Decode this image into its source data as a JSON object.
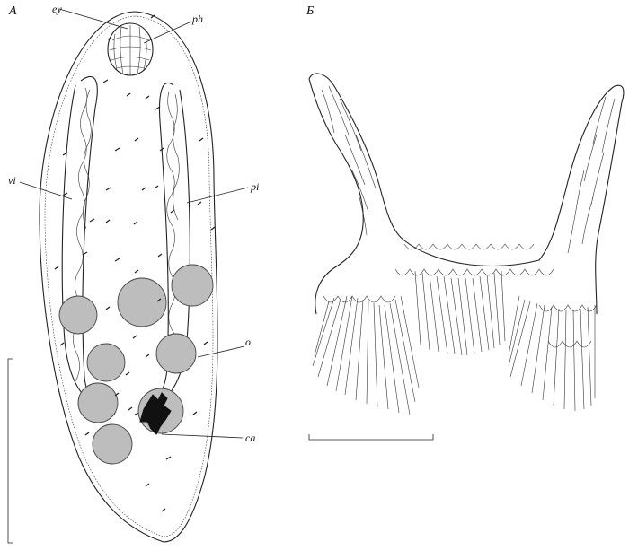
{
  "figure": {
    "panel_a": {
      "letter": "A"
    },
    "panel_b": {
      "letter": "Б"
    },
    "labels": {
      "ey": "ey",
      "ph": "ph",
      "vi": "vi",
      "pi": "pi",
      "o": "o",
      "ca": "ca"
    }
  },
  "colors": {
    "ink": "#222222",
    "ovary_fill": "#bdbdbd",
    "background": "#ffffff"
  }
}
